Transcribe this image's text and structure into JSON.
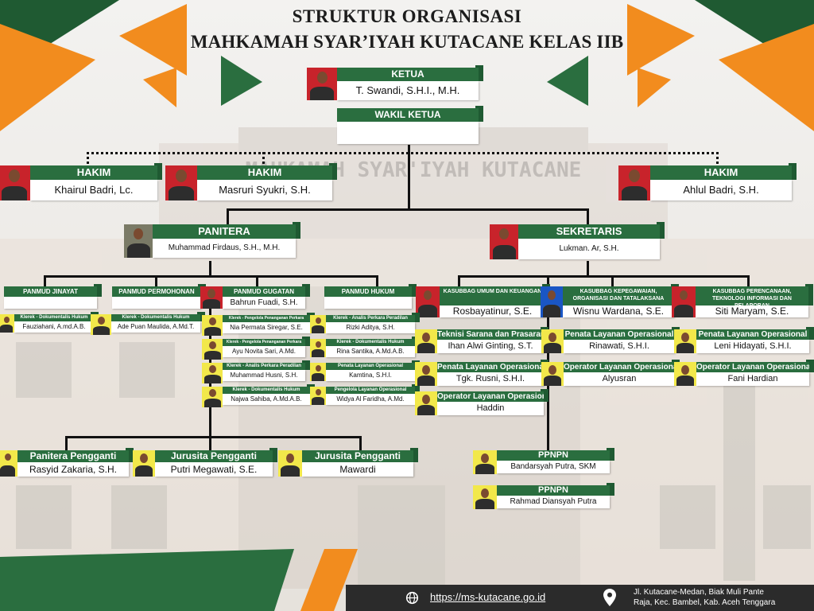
{
  "title": {
    "line1": "STRUKTUR ORGANISASI",
    "line2": "MAHKAMAH SYAR’IYAH KUTACANE KELAS IIB"
  },
  "banner_text": "MAHKAMAH SYAR'IYAH KUTACANE",
  "colors": {
    "green": "#2a6e3f",
    "dark_green": "#1f5a32",
    "orange": "#f28c1e",
    "dark": "#2b2b2b"
  },
  "leaders": {
    "ketua": {
      "role": "KETUA",
      "name": "T. Swandi, S.H.I., M.H."
    },
    "wakil": {
      "role": "WAKIL KETUA",
      "name": ""
    }
  },
  "hakim": [
    {
      "role": "HAKIM",
      "name": "Khairul Badri, Lc."
    },
    {
      "role": "HAKIM",
      "name": "Masruri Syukri, S.H."
    },
    {
      "role": "HAKIM",
      "name": "Ahlul Badri, S.H."
    }
  ],
  "panitera": {
    "role": "PANITERA",
    "name": "Muhammad Firdaus, S.H., M.H."
  },
  "sekretaris": {
    "role": "SEKRETARIS",
    "name": "Lukman. Ar, S.H."
  },
  "panmud": [
    {
      "role": "PANMUD JINAYAT",
      "name": ""
    },
    {
      "role": "PANMUD PERMOHONAN",
      "name": ""
    },
    {
      "role": "PANMUD GUGATAN",
      "name": "Bahrun Fuadi, S.H."
    },
    {
      "role": "PANMUD HUKUM",
      "name": ""
    }
  ],
  "kasubbag": [
    {
      "role": "KASUBBAG UMUM DAN KEUANGAN",
      "name": "Rosbayatinur, S.E."
    },
    {
      "role": "KASUBBAG KEPEGAWAIAN, ORGANISASI DAN TATALAKSANA",
      "name": "Wisnu Wardana, S.E."
    },
    {
      "role": "KASUBBAG PERENCANAAN, TEKNOLOGI INFORMASI  DAN PELAPORAN",
      "name": "Siti Maryam, S.E."
    }
  ],
  "staff": [
    {
      "role": "Klerek - Dokumentalis Hukum",
      "name": "Fauziahani, A.md.A.B."
    },
    {
      "role": "Klerek - Dokumentalis Hukum",
      "name": "Ade Puan Maulida, A.Md.T."
    },
    {
      "role": "Klerek - Pengelola Penanganan Perkara",
      "name": "Nia Permata Siregar, S.E."
    },
    {
      "role": "Klerek - Pengelola Penanganan Perkara",
      "name": "Ayu Novita Sari, A.Md."
    },
    {
      "role": "Klerek - Analis Perkara Peradilan",
      "name": "Muhammad Husni, S.H."
    },
    {
      "role": "Klerek - Dokumentalis Hukum",
      "name": "Najwa Sahiba, A.Md.A.B."
    },
    {
      "role": "Klerek - Analis Perkara Peradilan",
      "name": "Rizki Aditya, S.H."
    },
    {
      "role": "Klerek - Dokumentalis Hukum",
      "name": "Rina Santika, A.Md.A.B."
    },
    {
      "role": "Penata Layanan Operasional",
      "name": "Kamtina, S.H.I."
    },
    {
      "role": "Pengelola Layanan Operasional",
      "name": "Widya Al Faridha, A.Md."
    },
    {
      "role": "Teknisi Sarana dan Prasarana",
      "name": "Ihan Alwi Ginting, S.T."
    },
    {
      "role": "Penata Layanan Operasional",
      "name": "Tgk. Rusni, S.H.I."
    },
    {
      "role": "Operator Layanan Operasional",
      "name": "Haddin"
    },
    {
      "role": "Penata Layanan Operasional",
      "name": "Rinawati, S.H.I."
    },
    {
      "role": "Operator Layanan Operasional",
      "name": "Alyusran"
    },
    {
      "role": "Penata Layanan Operasional",
      "name": "Leni Hidayati, S.H.I."
    },
    {
      "role": "Operator Layanan Operasional",
      "name": "Fani Hardian"
    }
  ],
  "pengganti": [
    {
      "role": "Panitera Pengganti",
      "name": "Rasyid Zakaria, S.H."
    },
    {
      "role": "Jurusita Pengganti",
      "name": "Putri Megawati, S.E."
    },
    {
      "role": "Jurusita Pengganti",
      "name": "Mawardi"
    }
  ],
  "ppnpn": [
    {
      "role": "PPNPN",
      "name": "Bandarsyah Putra, SKM"
    },
    {
      "role": "PPNPN",
      "name": "Rahmad Diansyah Putra"
    }
  ],
  "footer": {
    "url": "https://ms-kutacane.go.id",
    "address_line1": "Jl. Kutacane-Medan, Biak Muli Pante",
    "address_line2": "Raja, Kec. Bambel, Kab. Aceh Tenggara",
    "globe_icon": "globe-icon",
    "location_icon": "location-pin-icon"
  }
}
